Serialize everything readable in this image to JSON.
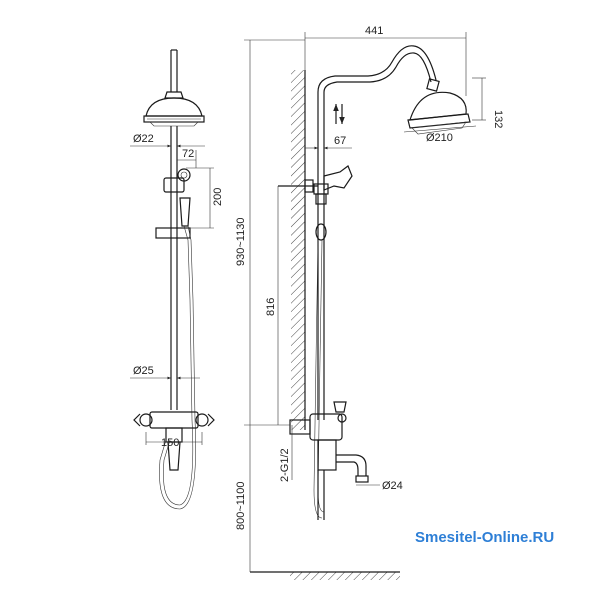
{
  "dimensions": {
    "d22": "Ø22",
    "w72": "72",
    "h200": "200",
    "d25": "Ø25",
    "w150": "150",
    "w441": "441",
    "h132": "132",
    "d210": "Ø210",
    "w67": "67",
    "h930_1130": "930~1130",
    "h816": "816",
    "g12": "2-G1/2",
    "h800_1100": "800~1100",
    "d24": "Ø24"
  },
  "watermark": "Smesitel-Online.RU",
  "colors": {
    "line": "#1a1a1a",
    "watermark": "#2e7fd6"
  }
}
